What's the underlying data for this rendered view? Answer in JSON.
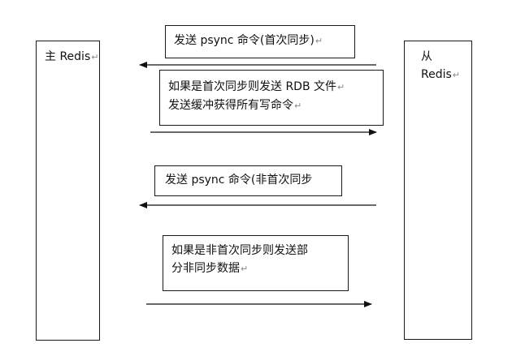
{
  "master": {
    "label": "主 Redis"
  },
  "slave": {
    "label": "从 Redis"
  },
  "paragraph_mark": "↵",
  "messages": [
    {
      "lines": [
        "发送 psync 命令(首次同步)"
      ],
      "direction": "left"
    },
    {
      "lines": [
        "如果是首次同步则发送 RDB 文件",
        "发送缓冲获得所有写命令"
      ],
      "direction": "right"
    },
    {
      "lines": [
        "发送 psync 命令(非首次同步"
      ],
      "direction": "left"
    },
    {
      "lines": [
        "如果是非首次同步则发送部",
        "分非同步数据"
      ],
      "direction": "right"
    }
  ]
}
